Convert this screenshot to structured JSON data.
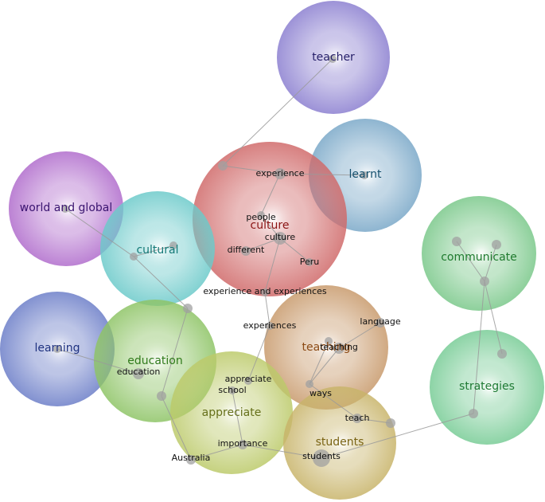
{
  "concepts": [
    {
      "id": "teacher",
      "label": "teacher",
      "color": "#8b7fd0",
      "text_color": "#27206a"
    },
    {
      "id": "learnt",
      "label": "learnt",
      "color": "#7aa8c8",
      "text_color": "#14506e"
    },
    {
      "id": "culture",
      "label": "culture",
      "color": "#d06a6a",
      "text_color": "#8b1414"
    },
    {
      "id": "world-and-global",
      "label": "world and global",
      "color": "#b06ccc",
      "text_color": "#3a1470"
    },
    {
      "id": "cultural",
      "label": "cultural",
      "color": "#6ccaca",
      "text_color": "#157a78"
    },
    {
      "id": "communicate",
      "label": "communicate",
      "color": "#7ac88a",
      "text_color": "#1f7a2e"
    },
    {
      "id": "learning",
      "label": "learning",
      "color": "#6c7ec8",
      "text_color": "#1f3280"
    },
    {
      "id": "education",
      "label": "education",
      "color": "#8ec466",
      "text_color": "#2f7a1a"
    },
    {
      "id": "teaching",
      "label": "teaching",
      "color": "#c89a6c",
      "text_color": "#8b4a14"
    },
    {
      "id": "strategies",
      "label": "strategies",
      "color": "#78cc96",
      "text_color": "#1f7a34"
    },
    {
      "id": "appreciate",
      "label": "appreciate",
      "color": "#bcca6a",
      "text_color": "#66701a"
    },
    {
      "id": "students",
      "label": "students",
      "color": "#c8b46a",
      "text_color": "#7a6414"
    }
  ],
  "terms": [
    {
      "id": "experience",
      "label": "experience"
    },
    {
      "id": "people",
      "label": "people"
    },
    {
      "id": "culture",
      "label": "culture"
    },
    {
      "id": "different",
      "label": "different"
    },
    {
      "id": "peru",
      "label": "Peru"
    },
    {
      "id": "experience-and-experiences",
      "label": "experience and experiences"
    },
    {
      "id": "experiences",
      "label": "experiences"
    },
    {
      "id": "language",
      "label": "language"
    },
    {
      "id": "teaching",
      "label": "teaching"
    },
    {
      "id": "appreciate",
      "label": "appreciate"
    },
    {
      "id": "school",
      "label": "school"
    },
    {
      "id": "ways",
      "label": "ways"
    },
    {
      "id": "education",
      "label": "education"
    },
    {
      "id": "teach",
      "label": "teach"
    },
    {
      "id": "importance",
      "label": "importance"
    },
    {
      "id": "australia",
      "label": "Australia"
    },
    {
      "id": "students",
      "label": "students"
    }
  ]
}
